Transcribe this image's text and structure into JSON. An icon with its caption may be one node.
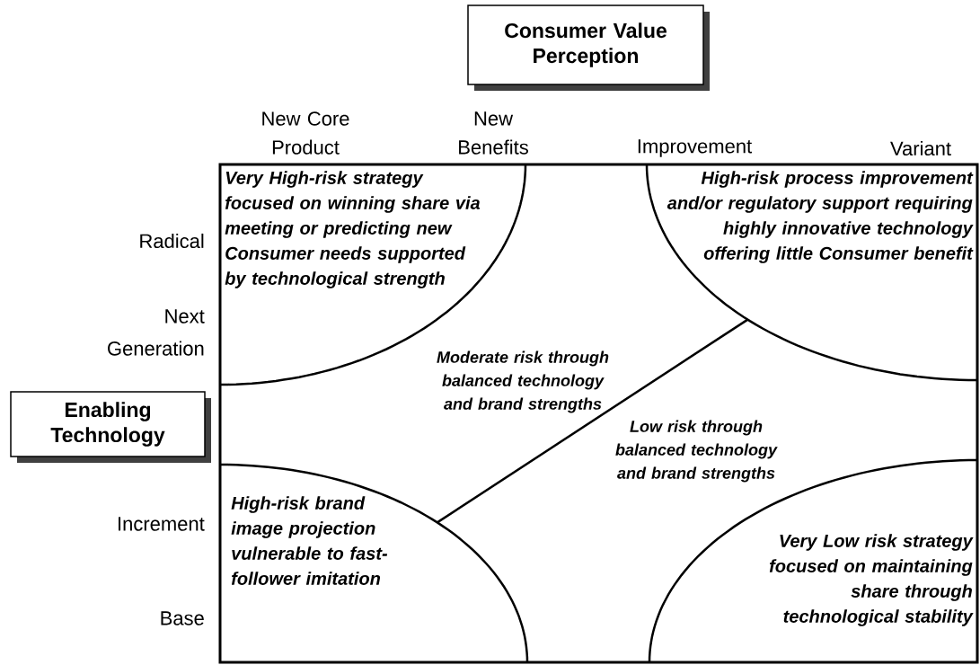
{
  "diagram": {
    "nodes": [
      {
        "text": [
          "Consumer Value Perception"
        ]
      },
      {
        "text": [
          "Enabling Technology"
        ]
      },
      {
        "text": [],
        "shape": "box"
      },
      {
        "text": [
          "Very High-risk strategy focused on winning share via meeting or predicting new Consumer needs supported by technological strength"
        ],
        "in": 2
      },
      {
        "text": [
          "High-risk process improvement and/or regulatory support requiring highly innovative technology offering little Consumer benefit"
        ],
        "in": 2
      },
      {
        "text": [
          "High-risk brand image projection vulnerable to fast-follower imitation"
        ],
        "in": 2
      },
      {
        "text": [
          "Very Low risk strategy focused on maintaining share through technological stability"
        ],
        "in": 2
      }
    ],
    "edges": [
      {
        "from": 5,
        "to": 4,
        "arrow": "none"
      }
    ],
    "labels": [
      "New Core Product",
      "New Benefits",
      "Improvement",
      "Variant",
      "Radical",
      "Next Generation",
      "Moderate risk through balanced technology and brand strengths",
      "Low risk through balanced technology and brand strengths",
      "Increment",
      "Base"
    ]
  }
}
